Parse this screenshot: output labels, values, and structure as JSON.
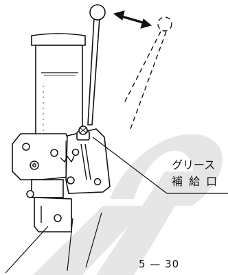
{
  "diagram": {
    "callout_label_line1": "グリース",
    "callout_label_line2": "補 給 口",
    "figure_number": "5 — 30"
  },
  "colors": {
    "ink": "#111111",
    "watermark": "#e6e6e6",
    "paper": "#ffffff"
  },
  "icons": {
    "motion_arrow": "double-headed-arrow-icon"
  }
}
